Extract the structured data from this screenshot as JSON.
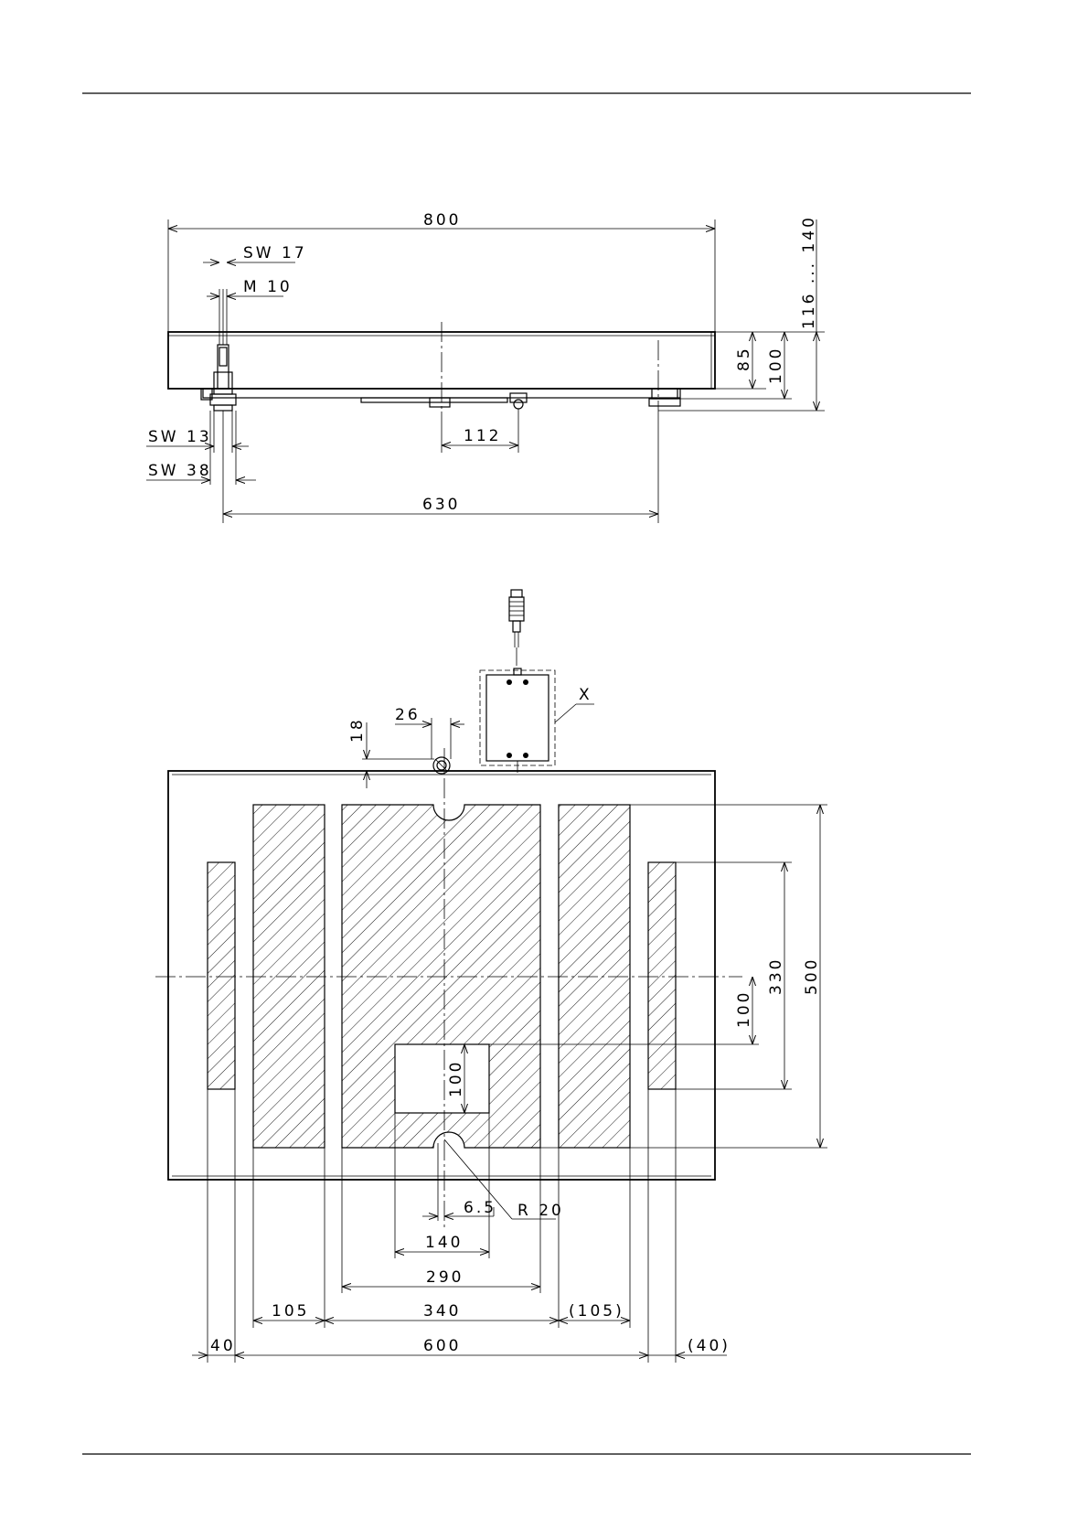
{
  "side_view": {
    "dims": {
      "width": "800",
      "wrench_top": "SW 17",
      "thread": "M 10",
      "height_range": "116 ... 140",
      "frame_h1": "85",
      "frame_h2": "100",
      "wrench_nut": "SW 13",
      "wrench_foot": "SW 38",
      "center_offset": "112",
      "foot_distance": "630"
    }
  },
  "top_view": {
    "callout": "X",
    "dims": {
      "d26": "26",
      "d18": "18",
      "d500": "500",
      "d330": "330",
      "d100_side": "100",
      "d100_cut": "100",
      "d6_5": "6.5",
      "r20": "R 20",
      "d140": "140",
      "d290": "290",
      "d105": "105",
      "d340": "340",
      "d105b": "(105)",
      "d40": "40",
      "d600": "600",
      "d40b": "(40)"
    }
  }
}
